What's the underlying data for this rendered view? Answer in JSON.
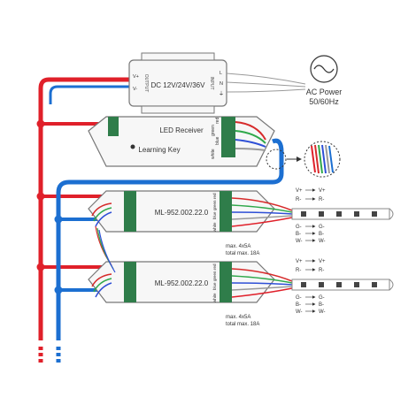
{
  "colors": {
    "positive_wire": "#e0202a",
    "negative_wire": "#1c6fd1",
    "channel_white": "#9a9a9a",
    "channel_blue": "#2e4fd6",
    "channel_green": "#2fa84a",
    "channel_red": "#d62b2b",
    "device_body": "#f7f7f7",
    "terminal_green": "#2f7d4a"
  },
  "power_supply": {
    "label": "DC 12V/24V/36V",
    "output_label": "OUTPUT",
    "input_label": "INPUT",
    "pin_plus": "V+",
    "pin_minus": "V-",
    "pin_l": "L",
    "pin_n": "N",
    "pin_pe": "⏚"
  },
  "ac_power": {
    "icon": "sine-wave-icon",
    "line1": "AC Power",
    "line2": "50/60Hz"
  },
  "receiver": {
    "title": "LED Receiver",
    "learning_key": "Learning Key",
    "terminal_labels": [
      "white",
      "blue",
      "green",
      "red"
    ]
  },
  "controllers": [
    {
      "model": "ML-952.002.22.0",
      "spec1": "max. 4x5A",
      "spec2": "total max. 18A",
      "terminal_labels": [
        "white",
        "blue",
        "green",
        "red"
      ]
    },
    {
      "model": "ML-952.002.22.0",
      "spec1": "max. 4x5A",
      "spec2": "total max. 18A",
      "terminal_labels": [
        "white",
        "blue",
        "green",
        "red"
      ]
    }
  ],
  "outputs": [
    {
      "top": [
        [
          "V+",
          "V+"
        ],
        [
          "R-",
          "R-"
        ]
      ],
      "bottom": [
        [
          "G-",
          "G-"
        ],
        [
          "B-",
          "B-"
        ],
        [
          "W-",
          "W-"
        ]
      ]
    },
    {
      "top": [
        [
          "V+",
          "V+"
        ],
        [
          "R-",
          "R-"
        ]
      ],
      "bottom": [
        [
          "G-",
          "G-"
        ],
        [
          "B-",
          "B-"
        ],
        [
          "W-",
          "W-"
        ]
      ]
    }
  ]
}
